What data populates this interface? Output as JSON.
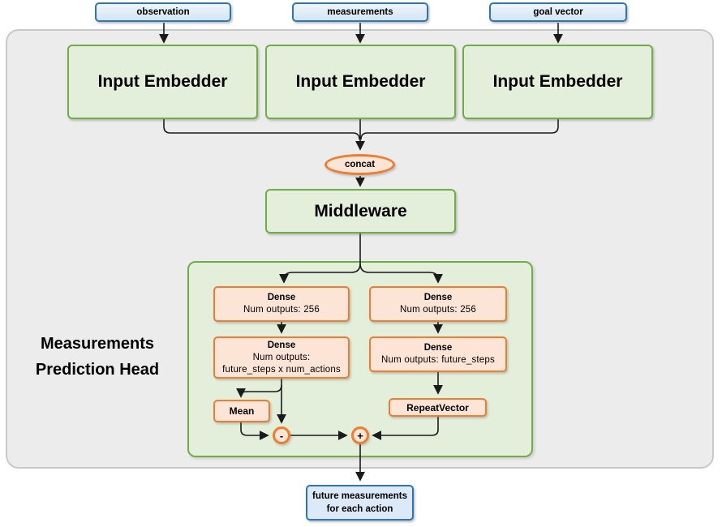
{
  "diagram": {
    "inputs": [
      {
        "label": "observation"
      },
      {
        "label": "measurements"
      },
      {
        "label": "goal vector"
      }
    ],
    "embedders": [
      {
        "label": "Input Embedder"
      },
      {
        "label": "Input Embedder"
      },
      {
        "label": "Input Embedder"
      }
    ],
    "concat": {
      "label": "concat"
    },
    "middleware": {
      "label": "Middleware"
    },
    "head": {
      "label_line1": "Measurements",
      "label_line2": "Prediction Head",
      "left_dense1": {
        "title": "Dense",
        "subtitle": "Num outputs: 256"
      },
      "left_dense2": {
        "title": "Dense",
        "subtitle_line1": "Num outputs:",
        "subtitle_line2": "future_steps x num_actions"
      },
      "right_dense1": {
        "title": "Dense",
        "subtitle": "Num outputs: 256"
      },
      "right_dense2": {
        "title": "Dense",
        "subtitle": "Num outputs: future_steps"
      },
      "mean": {
        "label": "Mean"
      },
      "repeat_vector": {
        "label": "RepeatVector"
      },
      "minus_op": {
        "label": "-"
      },
      "plus_op": {
        "label": "+"
      }
    },
    "output": {
      "line1": "future measurements",
      "line2": "for each action"
    },
    "colors": {
      "blue_border": "#2e75b6",
      "blue_fill": "#dbe9f7",
      "green_border": "#70ad47",
      "green_fill": "#e3efda",
      "orange_border": "#ed7d31",
      "orange_fill": "#fce4d6",
      "container_fill": "#ececec",
      "container_border": "#c9c9c9",
      "line_color": "#1a1a1a"
    }
  }
}
